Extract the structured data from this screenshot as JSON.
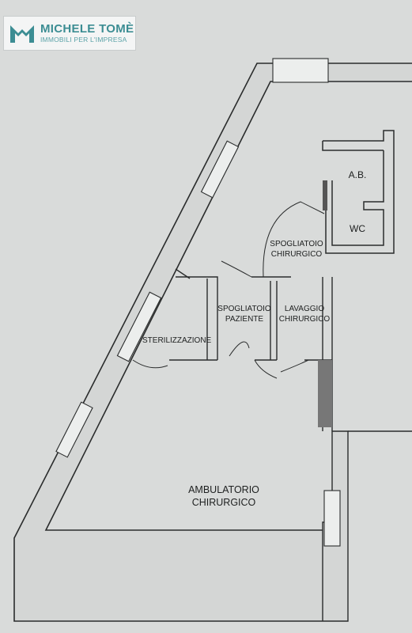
{
  "brand": {
    "name": "MICHELE TOMÈ",
    "tagline": "IMMOBILI PER L'IMPRESA",
    "primary_color": "#3c8d93"
  },
  "rooms": {
    "ab": "A.B.",
    "wc": "WC",
    "spogliatoio_chirurgico": [
      "SPOGLIATOIO",
      "CHIRURGICO"
    ],
    "spogliatoio_paziente": [
      "SPOGLIATOIO",
      "PAZIENTE"
    ],
    "lavaggio_chirurgico": [
      "LAVAGGIO",
      "CHIRURGICO"
    ],
    "sterilizzazione": "STERILIZZAZIONE",
    "ambulatorio_chirurgico": [
      "AMBULATORIO",
      "CHIRURGICO"
    ]
  },
  "colors": {
    "background": "#d9dbda",
    "wall": "#2a2c2c",
    "wall_fill": "#d4d6d5"
  }
}
